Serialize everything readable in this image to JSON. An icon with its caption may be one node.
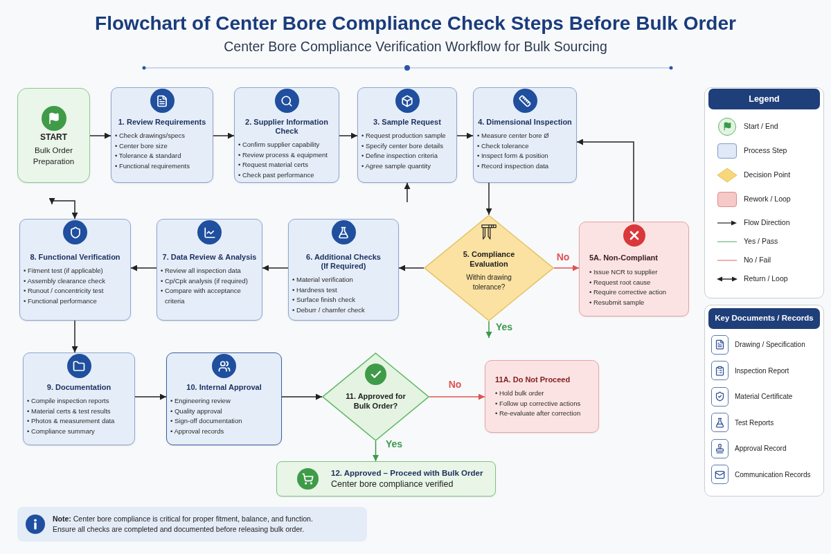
{
  "diagram": {
    "title": "Flowchart of Center Bore Compliance Check Steps Before Bulk Order",
    "nodes": [
      {
        "text": [
          "START",
          "Bulk Order Preparation"
        ]
      },
      {
        "text": [
          "1. Review Requirements",
          "• Check drawings/specs",
          "• Center bore size",
          "• Tolerance & standard",
          "• Functional requirements"
        ]
      },
      {
        "text": [
          "2. Supplier Information Check",
          "• Confirm supplier capability",
          "• Review process & equipment",
          "• Request material certs",
          "• Check past performance"
        ]
      },
      {
        "text": [
          "3. Sample Request",
          "• Request production sample",
          "• Specify center bore details",
          "• Define inspection criteria",
          "• Agree sample quantity"
        ]
      },
      {
        "text": [
          "4. Dimensional Inspection",
          "• Measure center bore Ø",
          "• Check tolerance",
          "• Inspect form & position",
          "• Record inspection data"
        ]
      },
      {
        "text": [
          "5. Compliance Evaluation",
          "Within drawing tolerance?"
        ]
      },
      {
        "text": [
          "5A. Non-Compliant",
          "• Issue NCR to supplier",
          "• Request root cause",
          "• Require corrective action",
          "• Resubmit sample"
        ]
      },
      {
        "text": [
          "6. Additional Checks (If Required)",
          "• Material verification",
          "• Hardness test",
          "• Surface finish check",
          "• Deburr / chamfer check"
        ]
      },
      {
        "text": [
          "7. Data Review & Analysis",
          "• Review all inspection data",
          "• Cp/Cpk analysis (if required)",
          "• Compare with acceptance criteria"
        ]
      },
      {
        "text": [
          "8. Functional Verification",
          "• Fitment test (if applicable)",
          "• Assembly clearance check",
          "• Runout / concentricity test",
          "• Functional performance"
        ]
      },
      {
        "text": [
          "9. Documentation",
          "• Compile inspection reports",
          "• Material certs & test results",
          "• Photos & measurement data",
          "• Compliance summary"
        ]
      },
      {
        "text": [
          "10. Internal Approval",
          "• Engineering review",
          "• Quality approval",
          "• Sign-off documentation",
          "• Approval records"
        ]
      },
      {
        "text": [
          "11. Approved for Bulk Order?"
        ]
      },
      {
        "text": [
          "11A. Do Not Proceed",
          "• Hold bulk order",
          "• Follow up corrective actions",
          "• Re-evaluate after correction"
        ]
      },
      {
        "text": [
          "12. Approved – Proceed with Bulk Order",
          "Center bore compliance verified"
        ]
      },
      {
        "text": [
          "**Note:** Center bore compliance is critical for proper fitment, balance, and function. Ensure all checks are completed and documented before releasing bulk order."
        ]
      },
      {
        "text": [
          "Key Documents / Records",
          "Drawing / Specification",
          "Inspection Report",
          "Material Certificate",
          "Test Reports",
          "Approval Record",
          "Communication Records"
        ]
      }
    ],
    "edges": [
      {
        "from": 0,
        "to": 1,
        "arrow": "to"
      },
      {
        "from": 1,
        "to": 2,
        "arrow": "to"
      },
      {
        "from": 2,
        "to": 3,
        "arrow": "to"
      },
      {
        "from": 3,
        "to": 4,
        "arrow": "to"
      },
      {
        "from": 4,
        "to": 5,
        "arrow": "to"
      },
      {
        "from": 5,
        "to": 6,
        "arrow": "to",
        "label": "No",
        "color": "#e05252"
      },
      {
        "from": 6,
        "to": 4,
        "arrow": "to"
      },
      {
        "from": 5,
        "to": 7,
        "arrow": "to"
      },
      {
        "from": 7,
        "to": 8,
        "arrow": "to"
      },
      {
        "from": 8,
        "to": 9,
        "arrow": "to"
      },
      {
        "from": 5,
        "to": null,
        "arrow": "to",
        "label": "Yes",
        "color": "#3a9a4a"
      },
      {
        "from": null,
        "to": 3,
        "arrow": "to"
      },
      {
        "from": null,
        "to": 9,
        "arrow": "both"
      },
      {
        "from": 9,
        "to": 10,
        "arrow": "to"
      },
      {
        "from": 10,
        "to": 11,
        "arrow": "to"
      },
      {
        "from": 11,
        "to": 12,
        "arrow": "to"
      },
      {
        "from": 12,
        "to": 13,
        "arrow": "to",
        "label": "No",
        "color": "#e05252"
      },
      {
        "from": 12,
        "to": 14,
        "arrow": "to",
        "label": "Yes",
        "color": "#3a9a4a"
      }
    ],
    "labels": [
      "Center Bore Compliance Verification Workflow for Bulk Sourcing",
      "Legend"
    ],
    "legend": [
      {
        "text": "Start / End"
      },
      {
        "text": "Process Step",
        "color": "#dfe9f7"
      },
      {
        "text": "Decision Point",
        "color": "#f7d779"
      },
      {
        "text": "Rework / Loop",
        "color": "#f6c9c9"
      },
      {
        "text": "Flow Direction"
      },
      {
        "text": "Yes / Pass"
      },
      {
        "text": "No / Fail"
      },
      {
        "text": "Return / Loop"
      }
    ]
  }
}
